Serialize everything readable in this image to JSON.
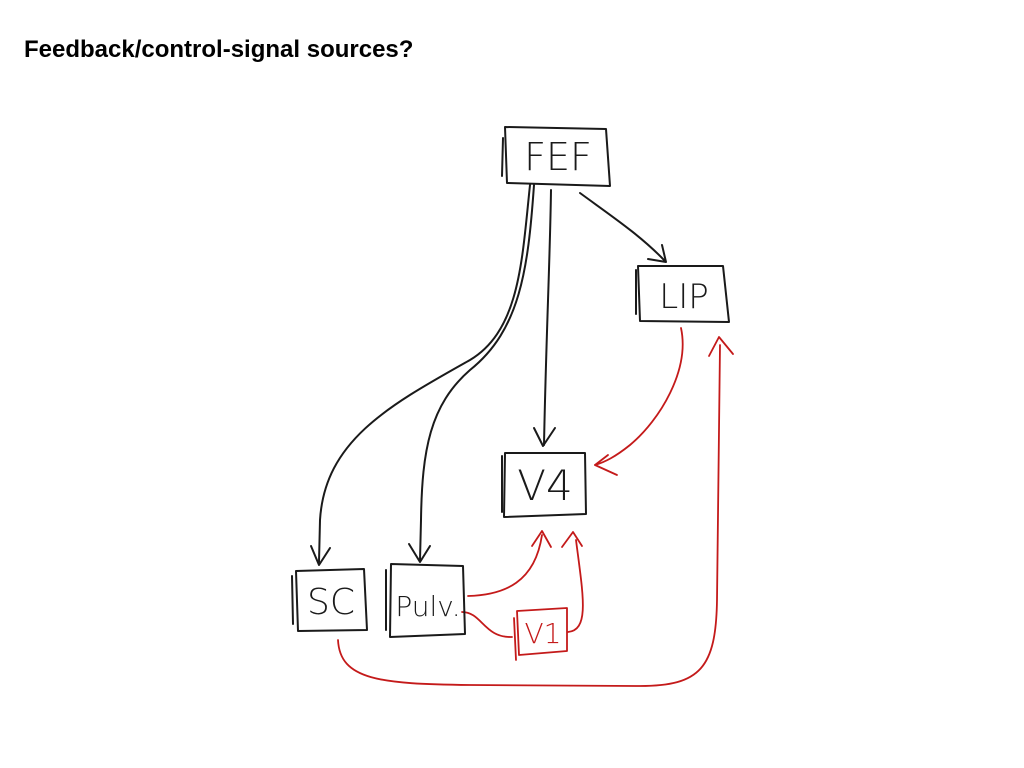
{
  "title": "Feedback/control-signal sources?",
  "nodes": {
    "fef": "FEF",
    "lip": "LIP",
    "v4": "V4",
    "sc": "SC",
    "pulv": "Pulv.",
    "v1": "V1"
  },
  "colors": {
    "ink": "#1a1a1a",
    "feedback": "#c41a1a"
  },
  "edges": [
    {
      "from": "FEF",
      "to": "LIP",
      "kind": "control"
    },
    {
      "from": "FEF",
      "to": "V4",
      "kind": "control"
    },
    {
      "from": "FEF",
      "to": "SC",
      "kind": "control"
    },
    {
      "from": "FEF",
      "to": "Pulv.",
      "kind": "control"
    },
    {
      "from": "LIP",
      "to": "V4",
      "kind": "feedback"
    },
    {
      "from": "Pulv.",
      "to": "V4",
      "kind": "feedback"
    },
    {
      "from": "Pulv.",
      "to": "V1",
      "kind": "feedback"
    },
    {
      "from": "V1",
      "to": "V4",
      "kind": "feedback"
    },
    {
      "from": "SC",
      "to": "LIP",
      "kind": "feedback"
    }
  ]
}
